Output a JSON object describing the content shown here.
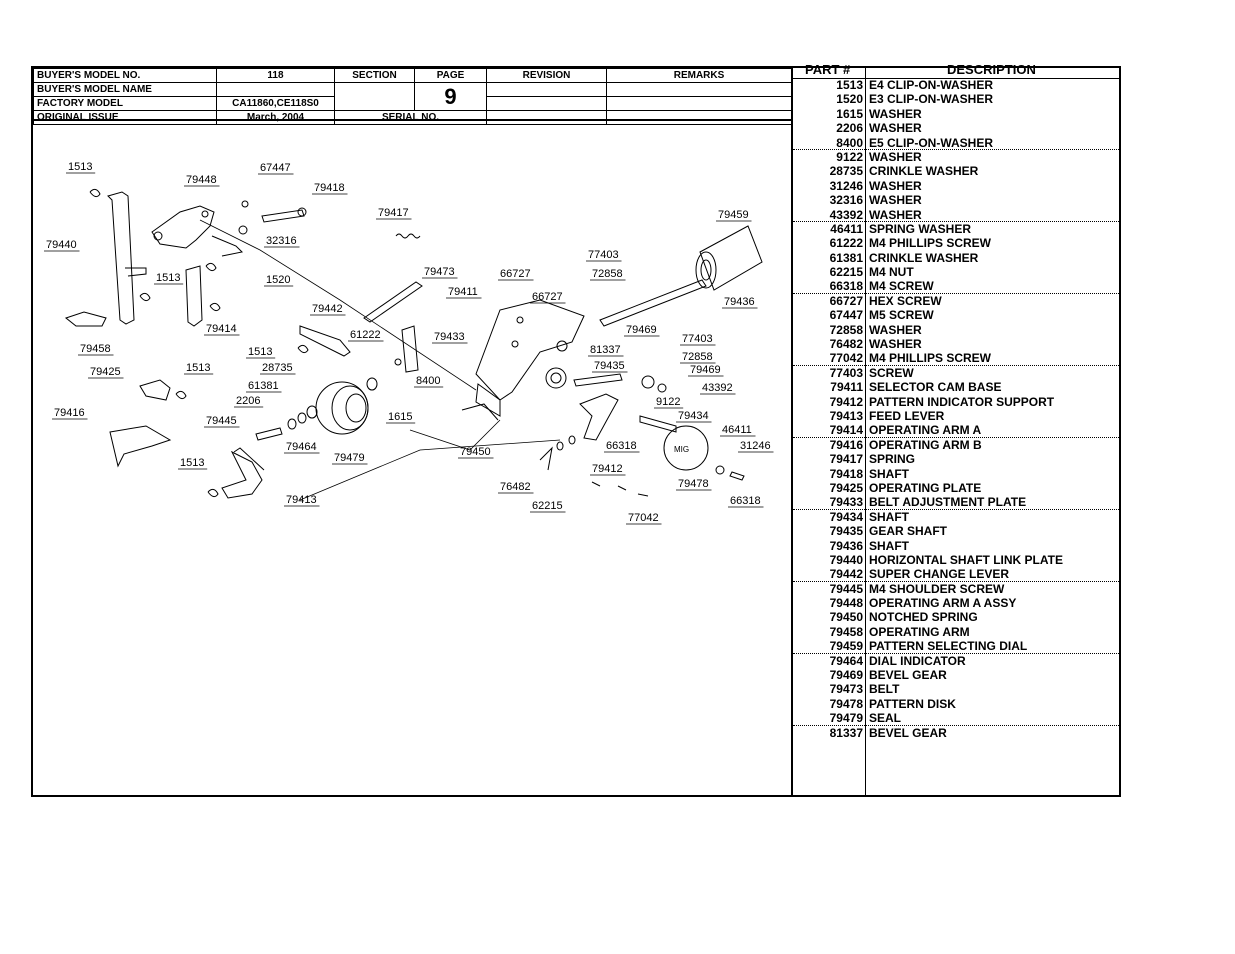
{
  "header": {
    "buyer_model_no_label": "BUYER'S MODEL NO.",
    "buyer_model_no_value": "118",
    "buyer_model_name_label": "BUYER'S MODEL NAME",
    "factory_model_label": "FACTORY MODEL",
    "factory_model_value": "CA11860,CE118S0",
    "original_issue_label": "ORIGINAL ISSUE",
    "original_issue_value": "March, 2004",
    "section_label": "SECTION",
    "page_label": "PAGE",
    "page_value": "9",
    "serial_label": "SERIAL NO.",
    "revision_label": "REVISION",
    "remarks_label": "REMARKS"
  },
  "parts_header": {
    "part_no": "PART #",
    "description": "DESCRIPTION"
  },
  "parts": [
    {
      "no": "1513",
      "desc": "E4 CLIP-ON-WASHER"
    },
    {
      "no": "1520",
      "desc": "E3 CLIP-ON-WASHER"
    },
    {
      "no": "1615",
      "desc": "WASHER"
    },
    {
      "no": "2206",
      "desc": "WASHER"
    },
    {
      "no": "8400",
      "desc": "E5 CLIP-ON-WASHER"
    },
    {
      "no": "9122",
      "desc": "WASHER"
    },
    {
      "no": "28735",
      "desc": "CRINKLE WASHER"
    },
    {
      "no": "31246",
      "desc": "WASHER"
    },
    {
      "no": "32316",
      "desc": "WASHER"
    },
    {
      "no": "43392",
      "desc": "WASHER"
    },
    {
      "no": "46411",
      "desc": "SPRING WASHER"
    },
    {
      "no": "61222",
      "desc": "M4 PHILLIPS SCREW"
    },
    {
      "no": "61381",
      "desc": "CRINKLE WASHER"
    },
    {
      "no": "62215",
      "desc": "M4 NUT"
    },
    {
      "no": "66318",
      "desc": "M4 SCREW"
    },
    {
      "no": "66727",
      "desc": "HEX SCREW"
    },
    {
      "no": "67447",
      "desc": "M5 SCREW"
    },
    {
      "no": "72858",
      "desc": "WASHER"
    },
    {
      "no": "76482",
      "desc": "WASHER"
    },
    {
      "no": "77042",
      "desc": "M4 PHILLIPS SCREW"
    },
    {
      "no": "77403",
      "desc": "SCREW"
    },
    {
      "no": "79411",
      "desc": "SELECTOR CAM BASE"
    },
    {
      "no": "79412",
      "desc": "PATTERN INDICATOR SUPPORT"
    },
    {
      "no": "79413",
      "desc": "FEED LEVER"
    },
    {
      "no": "79414",
      "desc": "OPERATING ARM A"
    },
    {
      "no": "79416",
      "desc": "OPERATING ARM B"
    },
    {
      "no": "79417",
      "desc": "SPRING"
    },
    {
      "no": "79418",
      "desc": "SHAFT"
    },
    {
      "no": "79425",
      "desc": "OPERATING PLATE"
    },
    {
      "no": "79433",
      "desc": "BELT ADJUSTMENT PLATE"
    },
    {
      "no": "79434",
      "desc": "SHAFT"
    },
    {
      "no": "79435",
      "desc": "GEAR SHAFT"
    },
    {
      "no": "79436",
      "desc": "SHAFT"
    },
    {
      "no": "79440",
      "desc": "HORIZONTAL SHAFT LINK PLATE"
    },
    {
      "no": "79442",
      "desc": "SUPER CHANGE LEVER"
    },
    {
      "no": "79445",
      "desc": "M4 SHOULDER SCREW"
    },
    {
      "no": "79448",
      "desc": "OPERATING ARM A ASSY"
    },
    {
      "no": "79450",
      "desc": "NOTCHED SPRING"
    },
    {
      "no": "79458",
      "desc": "OPERATING ARM"
    },
    {
      "no": "79459",
      "desc": "PATTERN SELECTING DIAL"
    },
    {
      "no": "79464",
      "desc": "DIAL INDICATOR"
    },
    {
      "no": "79469",
      "desc": "BEVEL GEAR"
    },
    {
      "no": "79473",
      "desc": "BELT"
    },
    {
      "no": "79478",
      "desc": "PATTERN DISK"
    },
    {
      "no": "79479",
      "desc": "SEAL"
    },
    {
      "no": "81337",
      "desc": "BEVEL GEAR"
    }
  ],
  "callouts": [
    "1513",
    "79448",
    "67447",
    "79418",
    "79417",
    "79459",
    "79440",
    "32316",
    "77403",
    "66727",
    "72858",
    "79473",
    "66727",
    "1513",
    "1520",
    "79411",
    "79436",
    "79442",
    "79414",
    "61222",
    "79433",
    "79469",
    "77403",
    "79458",
    "1513",
    "81337",
    "72858",
    "79425",
    "1513",
    "28735",
    "79435",
    "79469",
    "61381",
    "8400",
    "43392",
    "2206",
    "9122",
    "79416",
    "79445",
    "1615",
    "79434",
    "46411",
    "66318",
    "31246",
    "79464",
    "79479",
    "79450",
    "1513",
    "79412",
    "79478",
    "76482",
    "79413",
    "66318",
    "62215",
    "77042"
  ],
  "dial_text": "MIG"
}
